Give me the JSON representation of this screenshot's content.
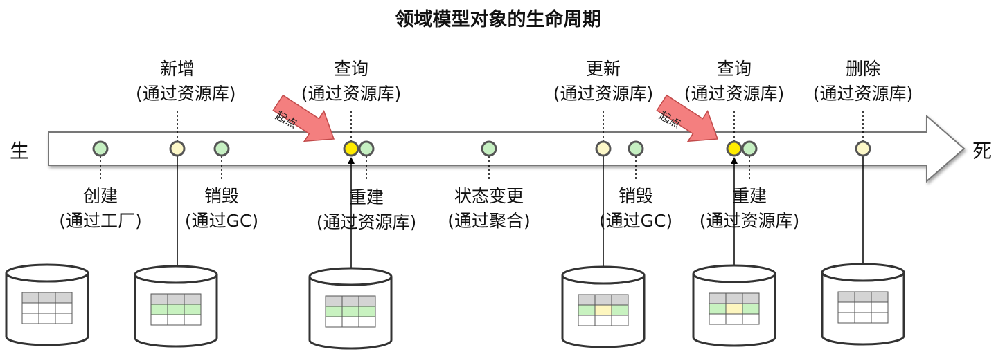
{
  "title": "领域模型对象的生命周期",
  "start_label": "生",
  "end_label": "死",
  "start_tag": "起点",
  "colors": {
    "node_green": "#c6f0c2",
    "node_cream": "#fdf8c8",
    "node_yellow": "#ffeb00",
    "tag_red": "#f47f7f",
    "row_green": "#c8f2c0",
    "cell_yellow": "#fdf6bf",
    "header_grey": "#d4d4d4"
  },
  "nodes": [
    {
      "id": "n1",
      "fill": "green"
    },
    {
      "id": "n2",
      "fill": "cream"
    },
    {
      "id": "n3",
      "fill": "green"
    },
    {
      "id": "n4",
      "fill": "yellow"
    },
    {
      "id": "n5",
      "fill": "green"
    },
    {
      "id": "n6",
      "fill": "green"
    },
    {
      "id": "n7",
      "fill": "cream"
    },
    {
      "id": "n8",
      "fill": "green"
    },
    {
      "id": "n9",
      "fill": "yellow"
    },
    {
      "id": "n10",
      "fill": "green"
    },
    {
      "id": "n11",
      "fill": "cream"
    }
  ],
  "labels": {
    "create": {
      "line1": "创建",
      "line2": "(通过工厂)"
    },
    "add": {
      "line1": "新增",
      "line2": "(通过资源库)"
    },
    "destroy1": {
      "line1": "销毁",
      "line2": "(通过GC)"
    },
    "query1": {
      "line1": "查询",
      "line2": "(通过资源库)"
    },
    "rebuild1": {
      "line1": "重建",
      "line2": "(通过资源库)"
    },
    "state_change": {
      "line1": "状态变更",
      "line2": "(通过聚合)"
    },
    "update": {
      "line1": "更新",
      "line2": "(通过资源库)"
    },
    "destroy2": {
      "line1": "销毁",
      "line2": "(通过GC)"
    },
    "query2": {
      "line1": "查询",
      "line2": "(通过资源库)"
    },
    "rebuild2": {
      "line1": "重建",
      "line2": "(通过资源库)"
    },
    "delete": {
      "line1": "删除",
      "line2": "(通过资源库)"
    }
  },
  "databases": [
    {
      "id": "db1",
      "green_row": false,
      "yellow_cell": false
    },
    {
      "id": "db2",
      "green_row": true,
      "yellow_cell": false
    },
    {
      "id": "db3",
      "green_row": true,
      "yellow_cell": false
    },
    {
      "id": "db4",
      "green_row": true,
      "yellow_cell": true
    },
    {
      "id": "db5",
      "green_row": true,
      "yellow_cell": true
    },
    {
      "id": "db6",
      "green_row": false,
      "yellow_cell": false
    }
  ]
}
